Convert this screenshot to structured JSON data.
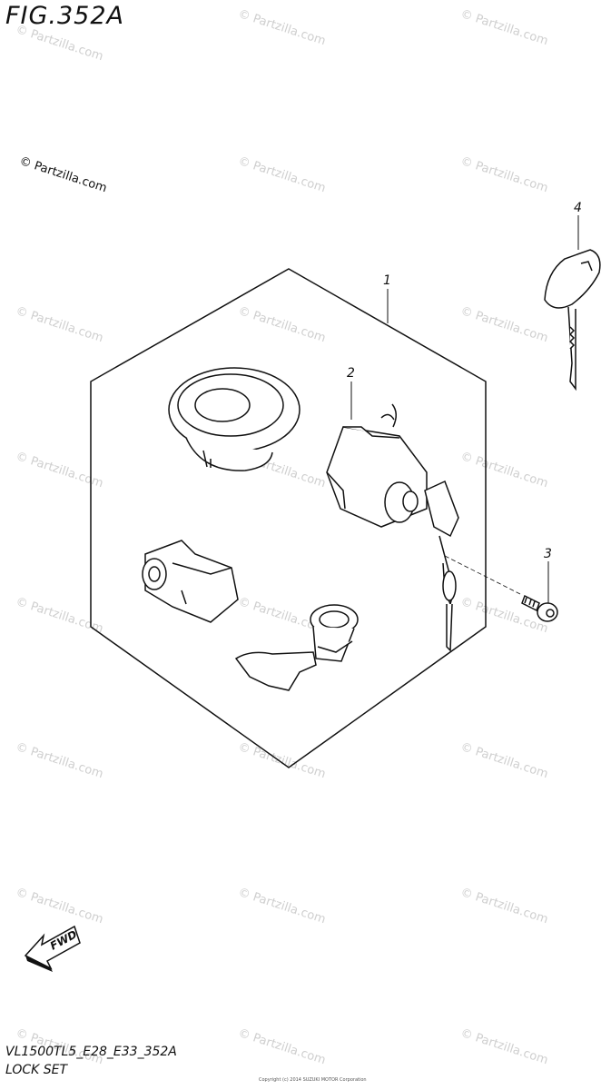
{
  "figure": {
    "title": "FIG.352A",
    "copyright": "© Partzilla.com",
    "model_code": "VL1500TL5_E28_E33_352A",
    "caption": "LOCK SET",
    "footnote": "Copyright (c) 2014 SUZUKI MOTOR Corporation"
  },
  "watermark": {
    "text": "© Partzilla.com"
  },
  "direction_arrow": {
    "label": "FWD"
  },
  "callouts": [
    {
      "number": "1"
    },
    {
      "number": "2"
    },
    {
      "number": "3"
    },
    {
      "number": "4"
    }
  ]
}
